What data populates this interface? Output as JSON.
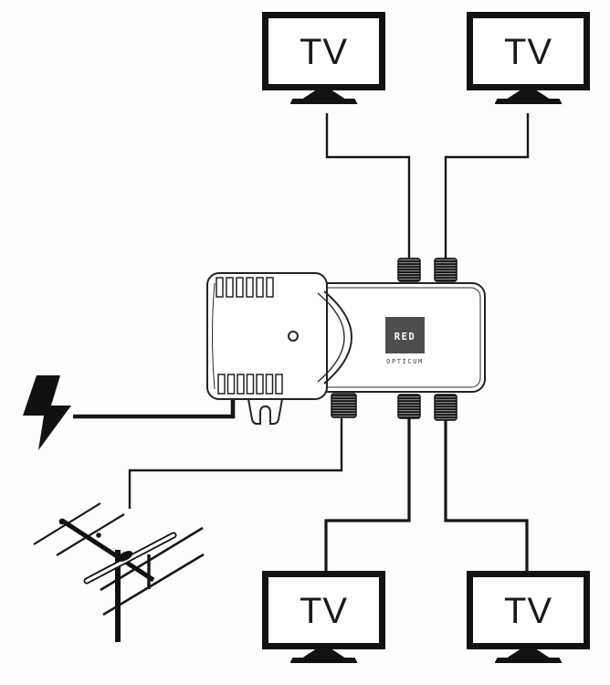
{
  "diagram": {
    "kind": "antenna-amplifier-wiring-diagram",
    "background": "#fdfdfd"
  },
  "device": {
    "brand": "RED",
    "brand_sub": "OPTICUM"
  },
  "tvs": {
    "labels": [
      "TV",
      "TV",
      "TV",
      "TV"
    ]
  },
  "icons": {
    "power": "lightning-icon",
    "signal_source": "antenna-icon",
    "device_ports": "coax-connector-icon",
    "receivers": "tv-icon"
  },
  "colors": {
    "line": "#161616",
    "tv_border": "#121212",
    "logo_bg": "#4d4d4d",
    "logo_text": "#ffffff",
    "connector_fill": "#2e2e2e"
  },
  "connections": [
    {
      "from": "amplifier-output-top-1",
      "to": "tv-top-left"
    },
    {
      "from": "amplifier-output-top-2",
      "to": "tv-top-right"
    },
    {
      "from": "amplifier-output-bottom-middle",
      "to": "tv-bottom-left"
    },
    {
      "from": "amplifier-output-bottom-right",
      "to": "tv-bottom-right"
    },
    {
      "from": "antenna",
      "to": "amplifier-input-bottom-left"
    },
    {
      "from": "power-lightning",
      "to": "amplifier-housing"
    }
  ]
}
